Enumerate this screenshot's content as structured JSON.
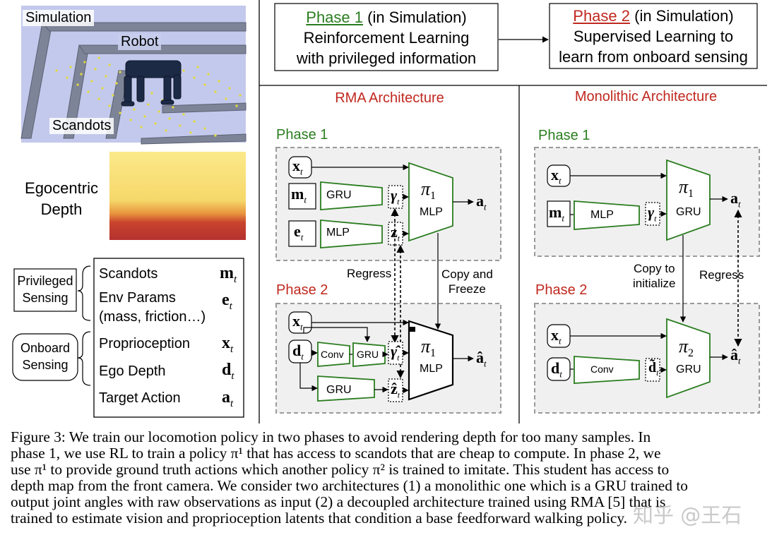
{
  "figure": {
    "scene": {
      "simulation_label": "Simulation",
      "robot_label": "Robot",
      "scandots_label": "Scandots"
    },
    "egocentric_depth_label": [
      "Egocentric",
      "Depth"
    ],
    "legend": {
      "privileged_group": [
        "Privileged",
        "Sensing"
      ],
      "onboard_group": [
        "Onboard",
        "Sensing"
      ],
      "rows": [
        {
          "name": "Scandots",
          "symbol": "m",
          "sub": "t"
        },
        {
          "name": "Env Params",
          "name2": "(mass, friction…)",
          "symbol": "e",
          "sub": "t"
        },
        {
          "name": "Proprioception",
          "symbol": "x",
          "sub": "t"
        },
        {
          "name": "Ego Depth",
          "symbol": "d",
          "sub": "t"
        },
        {
          "name": "Target Action",
          "symbol": "a",
          "sub": "t"
        }
      ]
    },
    "phases_top": {
      "phase1": {
        "link": "Phase 1",
        "paren": " (in Simulation)",
        "lines": [
          "Reinforcement Learning",
          "with privileged information"
        ]
      },
      "phase2": {
        "link": "Phase 2",
        "paren": " (in Simulation)",
        "lines": [
          "Supervised Learning to",
          "learn from onboard sensing"
        ]
      }
    },
    "rma": {
      "title": "RMA Architecture",
      "phase1_label": "Phase 1",
      "phase2_label": "Phase 2",
      "gru": "GRU",
      "mlp": "MLP",
      "conv": "Conv",
      "pi_label": "MLP",
      "regress": "Regress",
      "copy_freeze": [
        "Copy and",
        "Freeze"
      ]
    },
    "mono": {
      "title": "Monolithic Architecture",
      "phase1_label": "Phase 1",
      "phase2_label": "Phase 2",
      "mlp": "MLP",
      "conv": "Conv",
      "gru": "GRU",
      "copy_init": [
        "Copy to",
        "initialize"
      ],
      "regress": "Regress"
    },
    "colors": {
      "green": "#2a7d1f",
      "red": "#c0281f",
      "dash_gray": "#9a9a9a",
      "panel_fill": "#f0f0f0"
    }
  },
  "caption": {
    "lines": [
      "Figure 3: We train our locomotion policy in two phases to avoid rendering depth for too many samples. In",
      "phase 1, we use RL to train a policy π¹ that has access to scandots that are cheap to compute. In phase 2, we",
      "use π¹ to provide ground truth actions which another policy π² is trained to imitate. This student has access to",
      "depth map from the front camera. We consider two architectures (1) a monolithic one which is a GRU trained to",
      "output joint angles with raw observations as input (2) a decoupled architecture trained using RMA [5] that is",
      "trained to estimate vision and proprioception latents that condition a base feedforward walking policy."
    ]
  },
  "watermark": "知乎 @王石"
}
